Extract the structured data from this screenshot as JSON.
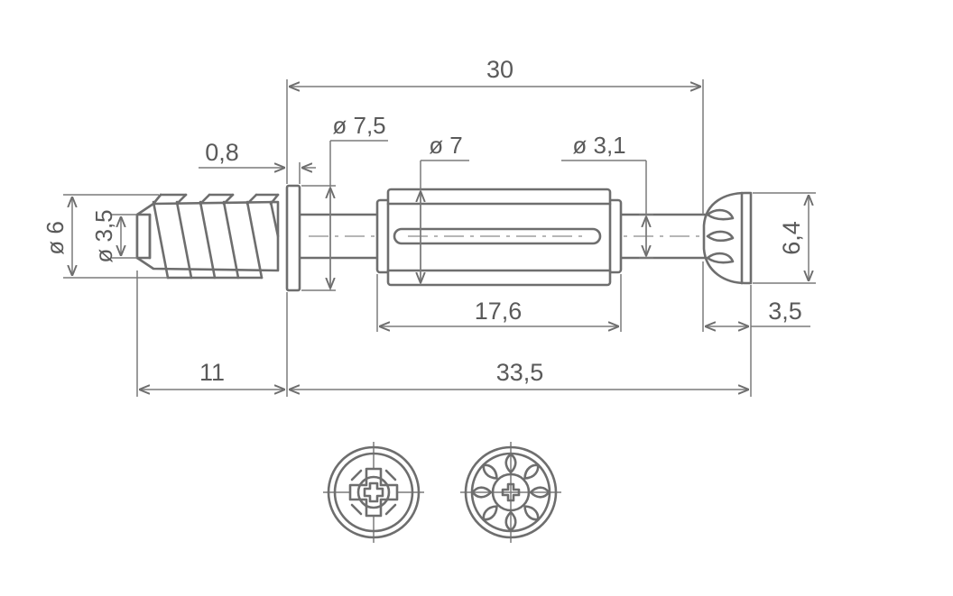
{
  "dimensions": {
    "overall_30": "30",
    "flange_0_8": "0,8",
    "dia_7_5": "ø 7,5",
    "dia_7": "ø 7",
    "dia_3_1": "ø 3,1",
    "dia_6": "ø 6",
    "dia_3_5": "ø 3,5",
    "head_6_4": "6,4",
    "head_3_5": "3,5",
    "sleeve_17_6": "17,6",
    "thread_11": "11",
    "total_33_5": "33,5"
  },
  "colors": {
    "stroke": "#6e6e6e",
    "text": "#5a5a5a",
    "background": "#ffffff"
  },
  "icons": [
    "cross-recess-end-view-icon",
    "cam-head-end-view-icon"
  ]
}
